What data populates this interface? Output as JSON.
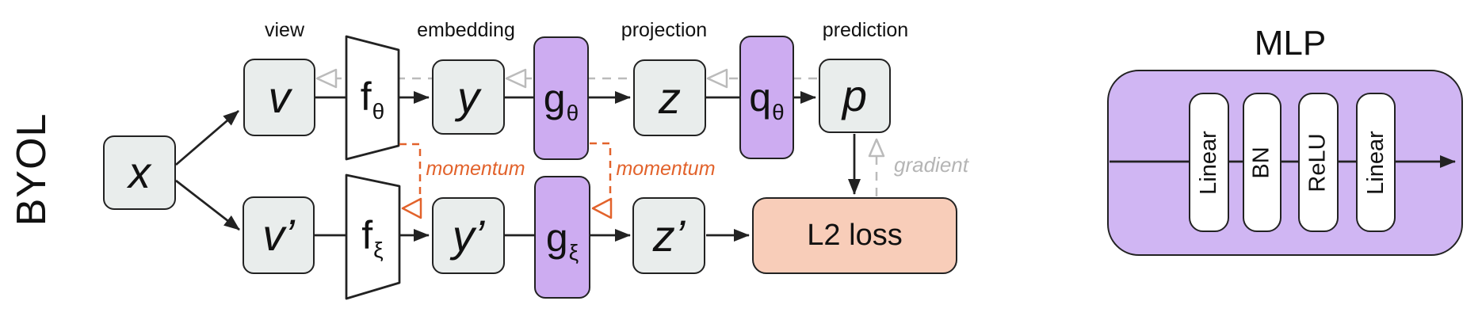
{
  "colors": {
    "node_fill": "#e9edec",
    "block_fill": "#cdacf1",
    "panel_fill": "#d0b6f3",
    "loss_fill": "#f8cdb9",
    "stroke": "#222222",
    "momentum": "#e2622b",
    "backprop": "#bbbbbb",
    "gradient_text": "#b5b5b5"
  },
  "byol": {
    "title": "BYOL",
    "stages": [
      {
        "label": "view"
      },
      {
        "label": "embedding"
      },
      {
        "label": "projection"
      },
      {
        "label": "prediction"
      }
    ],
    "nodes": {
      "x": "x",
      "v": "v",
      "v_prime": "v’",
      "y": "y",
      "y_prime": "y’",
      "z": "z",
      "z_prime": "z’",
      "p": "p"
    },
    "blocks": {
      "f_online": {
        "base": "f",
        "sub": "θ"
      },
      "f_target": {
        "base": "f",
        "sub": "ξ"
      },
      "g_online": {
        "base": "g",
        "sub": "θ"
      },
      "g_target": {
        "base": "g",
        "sub": "ξ"
      },
      "q_online": {
        "base": "q",
        "sub": "θ"
      }
    },
    "loss": "L2 loss",
    "momentum_label": "momentum",
    "gradient_label": "gradient"
  },
  "mlp": {
    "title": "MLP",
    "layers": [
      "Linear",
      "BN",
      "ReLU",
      "Linear"
    ]
  }
}
